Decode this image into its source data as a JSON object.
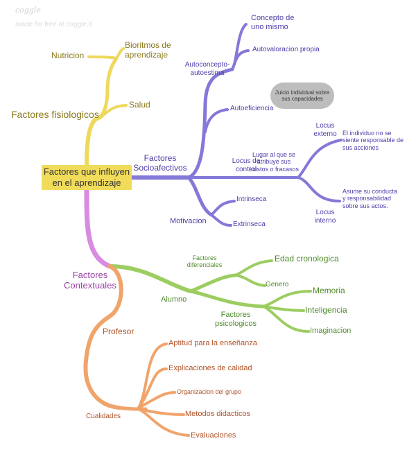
{
  "watermark": {
    "logo": "coggle",
    "text": "made for free at coggle.it"
  },
  "colors": {
    "yellow": "#eed95c",
    "purple": "#8478d8",
    "green": "#9ccd61",
    "orange": "#f0a46c",
    "magenta": "#d98be2",
    "gray": "#bdbdbd"
  },
  "root": "Factores que influyen en el aprendizaje",
  "fisiologicos": {
    "label": "Factores fisiologicos",
    "nutricion": "Nutricion",
    "bioritmos": "Bioritmos de aprendizaje",
    "salud": "Salud"
  },
  "socioafectivos": {
    "label": "Factores Socioafectivos",
    "autoconcepto": "Autoconcepto-autoestima",
    "concepto": "Concepto de uno mismo",
    "autovaloracion": "Autovaloracion propia",
    "juicio": "Juicio individual sobre sus capacidades",
    "autoeficiencia": "Autoeficiencia",
    "locus_control": "Locus de control",
    "lugar": "Lugar al que se atribuye sus existos o fracasos",
    "locus_externo": "Locus externo",
    "externo_desc": "El individuo no se siente responsable de sus acciones",
    "locus_interno": "Locus interno",
    "interno_desc": "Asume su conducta y responsabilidad sobre sus actos.",
    "motivacion": "Motivacion",
    "intrinseca": "Intrinseca",
    "extrinseca": "Extrinseca"
  },
  "contextuales": {
    "label": "Factores Contextuales",
    "alumno": "Alumno",
    "diferenciales": "Factores diferenciales",
    "edad": "Edad cronologica",
    "genero": "Genero",
    "psicologicos": "Factores psicologicos",
    "memoria": "Memoria",
    "inteligencia": "Inteligencia",
    "imaginacion": "Imaginacion",
    "profesor": "Profesor",
    "cualidades": "Cualidades",
    "aptitud": "Aptitud para la enseñanza",
    "explicaciones": "Explicaciones de calidad",
    "organizacion": "Organizacion del grupo",
    "metodos": "Metodos didacticos",
    "evaluaciones": "Evaluaciones"
  }
}
